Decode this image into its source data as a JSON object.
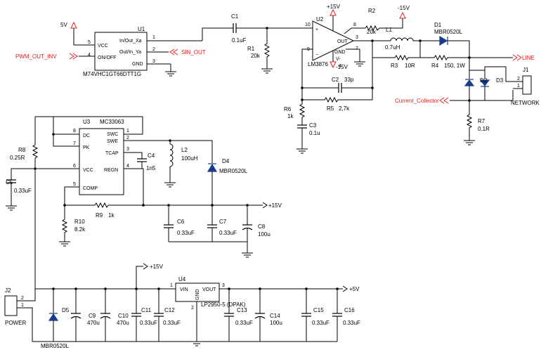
{
  "net_labels": {
    "pwm_out_inv": "PWM_OUT_INV",
    "sin_out": "SIN_OUT",
    "line": "LINE",
    "current_collector": "Current_Collector"
  },
  "power_labels": {
    "v5_top": "5V",
    "v15_u2": "+15V",
    "vneg15_r2": "-15V",
    "vneg15_u2": "-15V",
    "v15_rail": "+15V",
    "v15_u4": "+15V",
    "v5_out": "+5V"
  },
  "u1": {
    "ref": "U1",
    "part": "M74VHC1GT66DTT1G",
    "pins": [
      "VCC",
      "ON/OFF",
      "In/Out_Xa",
      "Out/In_Ya",
      "GND"
    ],
    "pin_numbers": [
      "5",
      "4",
      "1",
      "2",
      "3"
    ]
  },
  "u2": {
    "ref": "U2",
    "part": "LM3876",
    "pins": [
      "OUT",
      "GND",
      "V-"
    ],
    "pin_numbers": [
      "10",
      "9",
      "8",
      "3",
      "7",
      "4"
    ]
  },
  "u3": {
    "ref": "U3",
    "part": "MC33063",
    "pins": [
      "DC",
      "PK",
      "VCC",
      "COMP",
      "SWC",
      "SWE",
      "TCAP",
      "REGN"
    ],
    "pin_numbers": [
      "8",
      "7",
      "6",
      "5",
      "1",
      "2",
      "3",
      "4"
    ]
  },
  "u4": {
    "ref": "U4",
    "part": "LP2950-5 (DPAK)",
    "pins": [
      "VIN",
      "GND",
      "VOUT"
    ],
    "pin_numbers": [
      "1",
      "2",
      "3"
    ]
  },
  "components": {
    "c1": {
      "ref": "C1",
      "value": "0.1uF"
    },
    "r1": {
      "ref": "R1",
      "value": "20k"
    },
    "r2": {
      "ref": "R2",
      "value": "20k"
    },
    "l1": {
      "ref": "L1",
      "value": "0.7uH"
    },
    "d1": {
      "ref": "D1",
      "value": "MBR0520L"
    },
    "r3": {
      "ref": "R3",
      "value": "10R"
    },
    "r4": {
      "ref": "R4",
      "value": "150, 1W"
    },
    "c2": {
      "ref": "C2",
      "value": "33p"
    },
    "r5": {
      "ref": "R5",
      "value": "2,7k"
    },
    "r6": {
      "ref": "R6",
      "value": "1k"
    },
    "c3": {
      "ref": "C3",
      "value": "0.1u"
    },
    "d2": {
      "ref": "D2",
      "value": ""
    },
    "d3": {
      "ref": "D3",
      "value": ""
    },
    "r7": {
      "ref": "R7",
      "value": "0.1R"
    },
    "j1": {
      "ref": "J1",
      "value": "NETWORK",
      "pins": [
        "2",
        "1"
      ]
    },
    "r8": {
      "ref": "R8",
      "value": "0.25R"
    },
    "c5": {
      "ref": "C5",
      "value": "0.33uF"
    },
    "c4": {
      "ref": "C4",
      "value": "1n5"
    },
    "l2": {
      "ref": "L2",
      "value": "100uH"
    },
    "d4": {
      "ref": "D4",
      "value": "MBR0520L"
    },
    "r9": {
      "ref": "R9",
      "value": "1k"
    },
    "r10": {
      "ref": "R10",
      "value": "8.2k"
    },
    "c6": {
      "ref": "C6",
      "value": "0.33uF"
    },
    "c7": {
      "ref": "C7",
      "value": "0.33uF"
    },
    "c8": {
      "ref": "C8",
      "value": "100u"
    },
    "j2": {
      "ref": "J2",
      "value": "POWER",
      "pins": [
        "2",
        "1"
      ]
    },
    "d5": {
      "ref": "D5",
      "value": "MBR0520L"
    },
    "c9": {
      "ref": "C9",
      "value": "470u"
    },
    "c10": {
      "ref": "C10",
      "value": "470u"
    },
    "c11": {
      "ref": "C11",
      "value": "0.33uF"
    },
    "c12": {
      "ref": "C12",
      "value": "0.33uF"
    },
    "c13": {
      "ref": "C13",
      "value": "0.33uF"
    },
    "c14": {
      "ref": "C14",
      "value": "100u"
    },
    "c15": {
      "ref": "C15",
      "value": "0.33uF"
    },
    "c16": {
      "ref": "C16",
      "value": "0.33uF"
    }
  }
}
